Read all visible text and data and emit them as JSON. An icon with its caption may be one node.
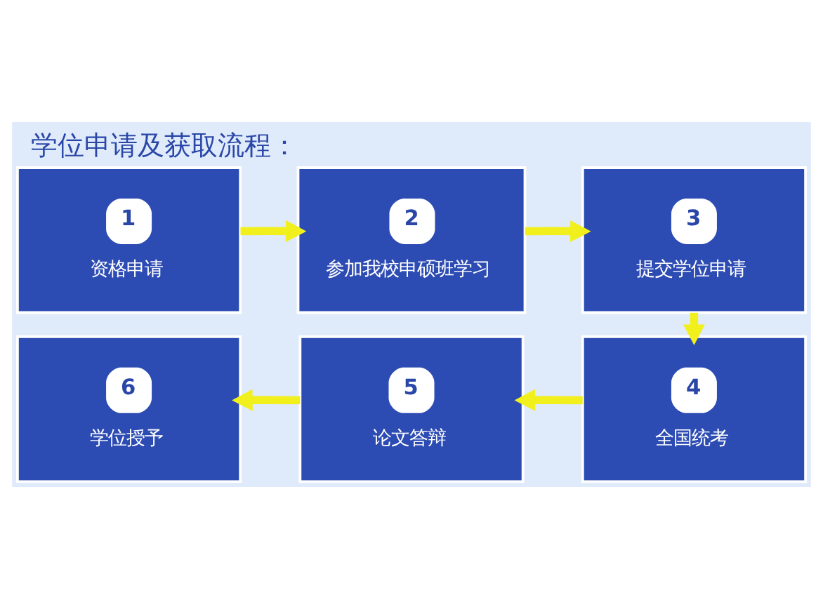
{
  "diagram": {
    "title": "学位申请及获取流程：",
    "nodes": [
      {
        "text": [
          "1",
          "资格申请"
        ]
      },
      {
        "text": [
          "2",
          "参加我校申硕班学习"
        ]
      },
      {
        "text": [
          "3",
          "提交学位申请"
        ]
      },
      {
        "text": [
          "4",
          "全国统考"
        ]
      },
      {
        "text": [
          "5",
          "论文答辩"
        ]
      },
      {
        "text": [
          "6",
          "学位授予"
        ]
      }
    ],
    "edges": [
      {
        "from": 0,
        "to": 1,
        "arrow": "to"
      },
      {
        "from": 1,
        "to": 2,
        "arrow": "to"
      },
      {
        "from": 2,
        "to": 3,
        "arrow": "to"
      },
      {
        "from": 3,
        "to": 4,
        "arrow": "to"
      },
      {
        "from": 4,
        "to": 5,
        "arrow": "to"
      }
    ]
  }
}
